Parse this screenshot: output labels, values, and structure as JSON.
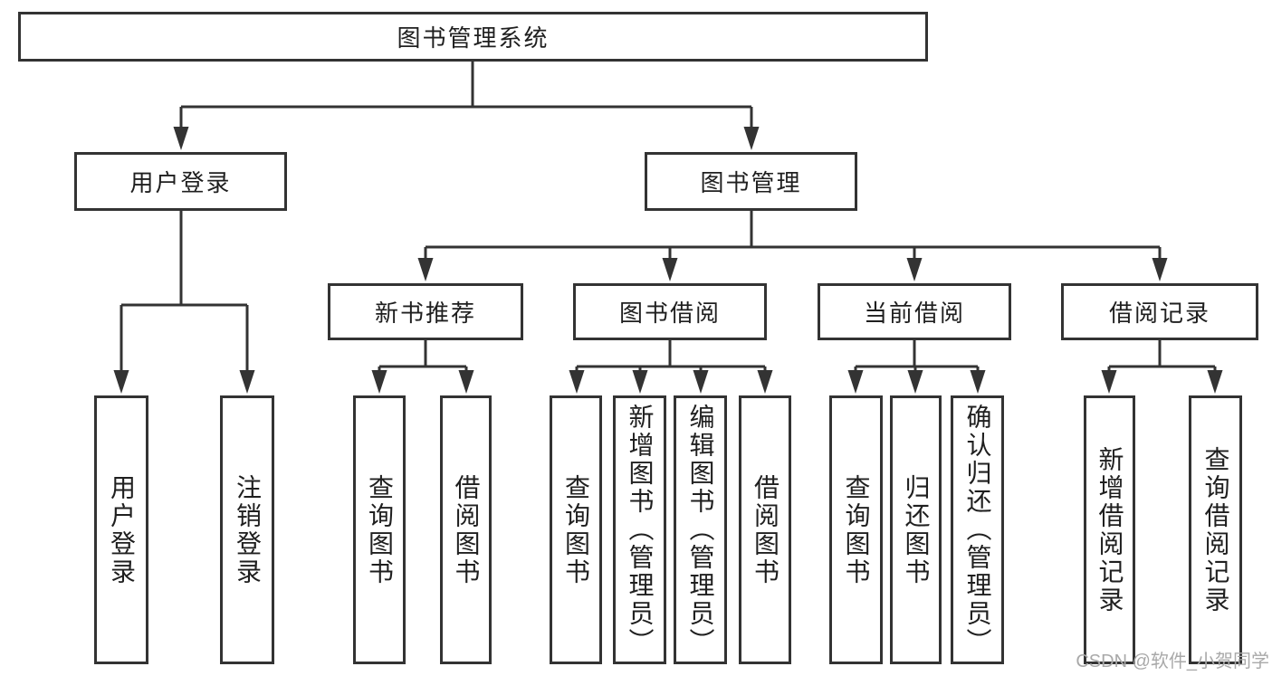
{
  "colors": {
    "line": "#333333",
    "text": "#1f1f1f",
    "background": "#ffffff",
    "watermark": "#a9a9a9"
  },
  "watermark": "CSDN @软件_小贺同学",
  "tree": {
    "label": "图书管理系统",
    "children": [
      {
        "label": "用户登录",
        "children": [
          {
            "label": "用户登录"
          },
          {
            "label": "注销登录"
          }
        ]
      },
      {
        "label": "图书管理",
        "children": [
          {
            "label": "新书推荐",
            "children": [
              {
                "label": "查询图书"
              },
              {
                "label": "借阅图书"
              }
            ]
          },
          {
            "label": "图书借阅",
            "children": [
              {
                "label": "查询图书"
              },
              {
                "label": "新增图书（管理员）"
              },
              {
                "label": "编辑图书（管理员）"
              },
              {
                "label": "借阅图书"
              }
            ]
          },
          {
            "label": "当前借阅",
            "children": [
              {
                "label": "查询图书"
              },
              {
                "label": "归还图书"
              },
              {
                "label": "确认归还（管理员）"
              }
            ]
          },
          {
            "label": "借阅记录",
            "children": [
              {
                "label": "新增借阅记录"
              },
              {
                "label": "查询借阅记录"
              }
            ]
          }
        ]
      }
    ]
  }
}
